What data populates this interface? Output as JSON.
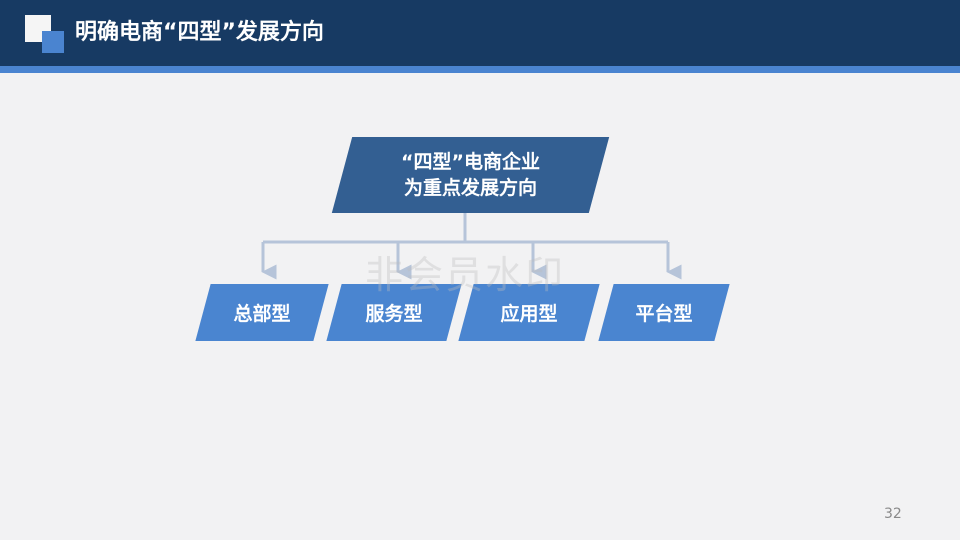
{
  "header": {
    "title": "明确电商“四型”发展方向"
  },
  "diagram": {
    "root": {
      "line1": "“四型”电商企业",
      "line2": "为重点发展方向"
    },
    "children": [
      "总部型",
      "服务型",
      "应用型",
      "平台型"
    ]
  },
  "watermark": "非会员水印",
  "page_number": "32",
  "colors": {
    "header": "#173a63",
    "accent": "#4a84d0",
    "root_box": "#335f92",
    "child_box": "#4a85d0",
    "connector": "#b6c4d9"
  }
}
